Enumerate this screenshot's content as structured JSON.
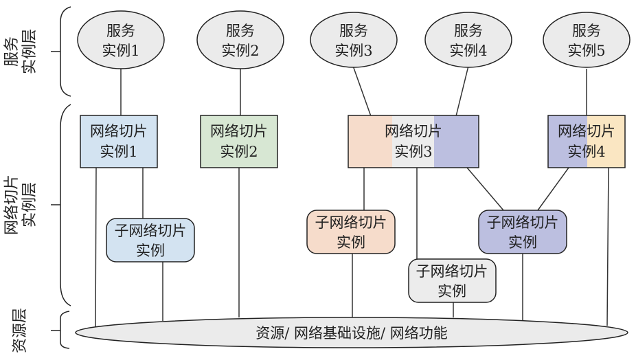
{
  "layers": {
    "service": {
      "line1": "服务",
      "line2": "实例层"
    },
    "slice": {
      "line1": "网络切片",
      "line2": "实例层"
    },
    "resource": {
      "line1": "资源层"
    }
  },
  "service_instances": [
    {
      "line1": "服务",
      "line2": "实例1"
    },
    {
      "line1": "服务",
      "line2": "实例2"
    },
    {
      "line1": "服务",
      "line2": "实例3"
    },
    {
      "line1": "服务",
      "line2": "实例4"
    },
    {
      "line1": "服务",
      "line2": "实例5"
    }
  ],
  "slice_instances": [
    {
      "line1": "网络切片",
      "line2": "实例1"
    },
    {
      "line1": "网络切片",
      "line2": "实例2"
    },
    {
      "line1": "网络切片",
      "line2": "实例3"
    },
    {
      "line1": "网络切片",
      "line2": "实例4"
    }
  ],
  "sub_slice_instances": [
    {
      "line1": "子网络切片",
      "line2": "实例"
    },
    {
      "line1": "子网络切片",
      "line2": "实例"
    },
    {
      "line1": "子网络切片",
      "line2": "实例"
    },
    {
      "line1": "子网络切片",
      "line2": "实例"
    }
  ],
  "resource": {
    "label": "资源/ 网络基础设施/ 网络功能"
  },
  "colors": {
    "service_fill": "#ebebeb",
    "slice1_fill": "#d3e3f1",
    "slice2_fill": "#d7e7d3",
    "peach": "#f6dccb",
    "light_gray": "#ececec",
    "lavender": "#bcbfe0",
    "cream": "#fae6c2",
    "resource_fill": "#ebebeb",
    "stroke": "#222222"
  }
}
